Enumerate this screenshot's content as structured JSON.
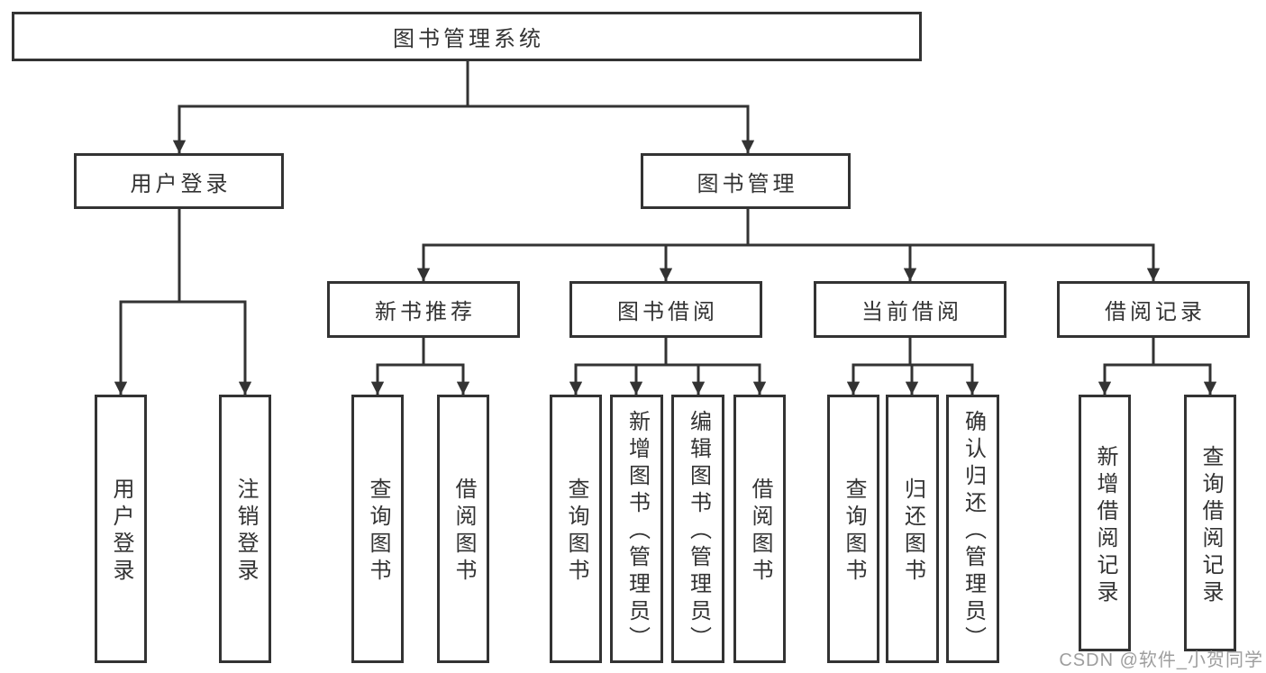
{
  "diagram_type": "functional-structure-tree",
  "colors": {
    "line": "#333333",
    "box_border": "#333333",
    "text": "#333333",
    "watermark": "#9e9e9e",
    "background": "#ffffff"
  },
  "tree": {
    "label": "图书管理系统",
    "children": [
      {
        "label": "用户登录",
        "children": [
          {
            "label": "用户登录"
          },
          {
            "label": "注销登录"
          }
        ]
      },
      {
        "label": "图书管理",
        "children": [
          {
            "label": "新书推荐",
            "children": [
              {
                "label": "查询图书"
              },
              {
                "label": "借阅图书"
              }
            ]
          },
          {
            "label": "图书借阅",
            "children": [
              {
                "label": "查询图书"
              },
              {
                "label": "新增图书（管理员）"
              },
              {
                "label": "编辑图书（管理员）"
              },
              {
                "label": "借阅图书"
              }
            ]
          },
          {
            "label": "当前借阅",
            "children": [
              {
                "label": "查询图书"
              },
              {
                "label": "归还图书"
              },
              {
                "label": "确认归还（管理员）"
              }
            ]
          },
          {
            "label": "借阅记录",
            "children": [
              {
                "label": "新增借阅记录"
              },
              {
                "label": "查询借阅记录"
              }
            ]
          }
        ]
      }
    ]
  },
  "watermark": {
    "text": "CSDN @软件_小贺同学"
  }
}
